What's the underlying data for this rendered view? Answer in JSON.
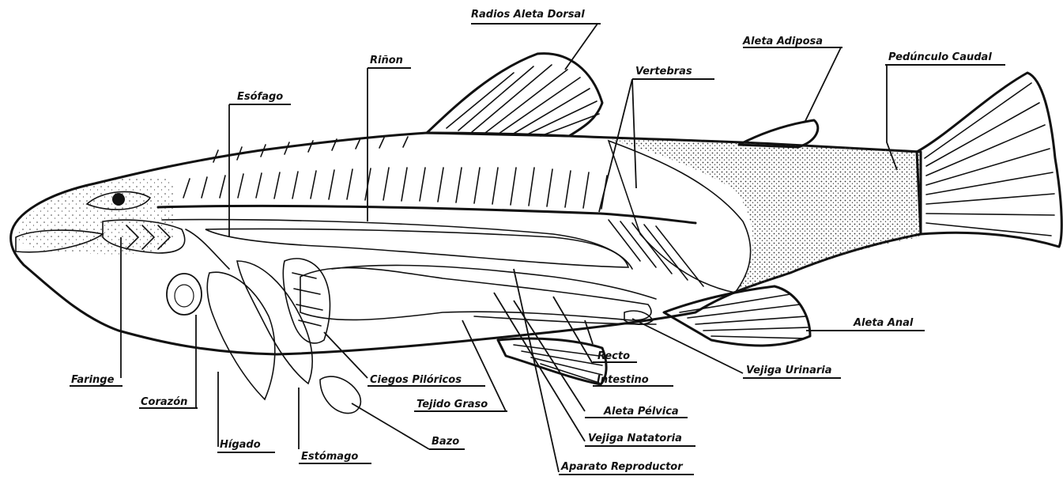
{
  "labels": {
    "radios_aleta_dorsal": "Radios Aleta Dorsal",
    "aleta_adiposa": "Aleta Adiposa",
    "pedunculo_caudal": "Pedúnculo Caudal",
    "rinon": "Riñon",
    "vertebras": "Vertebras",
    "esofago": "Esófago",
    "aleta_anal": "Aleta Anal",
    "faringe": "Faringe",
    "corazon": "Corazón",
    "ciegos_piloricos": "Ciegos Pilóricos",
    "recto": "Recto",
    "intestino": "Intestino",
    "vejiga_urinaria": "Vejiga Urinaria",
    "tejido_graso": "Tejido Graso",
    "aleta_pelvica": "Aleta Pélvica",
    "bazo": "Bazo",
    "vejiga_natatoria": "Vejiga Natatoria",
    "higado": "Hígado",
    "estomago": "Estómago",
    "aparato_reproductor": "Aparato Reproductor"
  },
  "colors": {
    "ink": "#111111",
    "paper": "#ffffff",
    "stipple": "#444444"
  }
}
